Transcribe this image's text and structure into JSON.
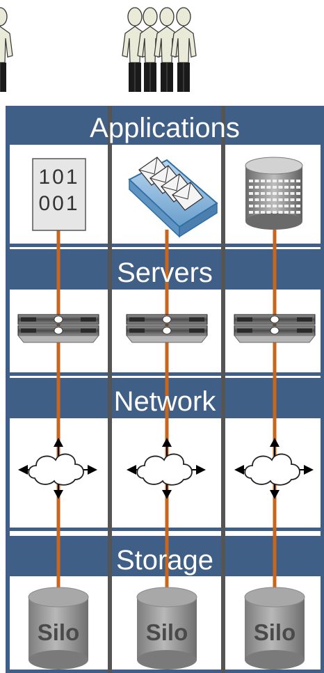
{
  "users": {
    "icon": "users-group-icon",
    "count": 4
  },
  "colors": {
    "band": "#3f5f86",
    "column_fill": "#ffffff",
    "divider": "#555555",
    "pipe": "#c8661e",
    "silo_fill": "#8a8a8a",
    "silo_text": "#4a4a4a"
  },
  "layers": [
    {
      "title": "Applications",
      "icons": [
        "binary-document-icon",
        "mail-tray-icon",
        "database-cylinder-icon"
      ],
      "labels": [
        "101\n001",
        "",
        ""
      ]
    },
    {
      "title": "Servers",
      "icons": [
        "rack-server-icon",
        "rack-server-icon",
        "rack-server-icon"
      ]
    },
    {
      "title": "Network",
      "icons": [
        "network-cloud-icon",
        "network-cloud-icon",
        "network-cloud-icon"
      ]
    },
    {
      "title": "Storage",
      "icons": [
        "silo-cylinder-icon",
        "silo-cylinder-icon",
        "silo-cylinder-icon"
      ]
    }
  ],
  "binary_lines": [
    "101",
    "001"
  ],
  "silo_label": "Silo"
}
